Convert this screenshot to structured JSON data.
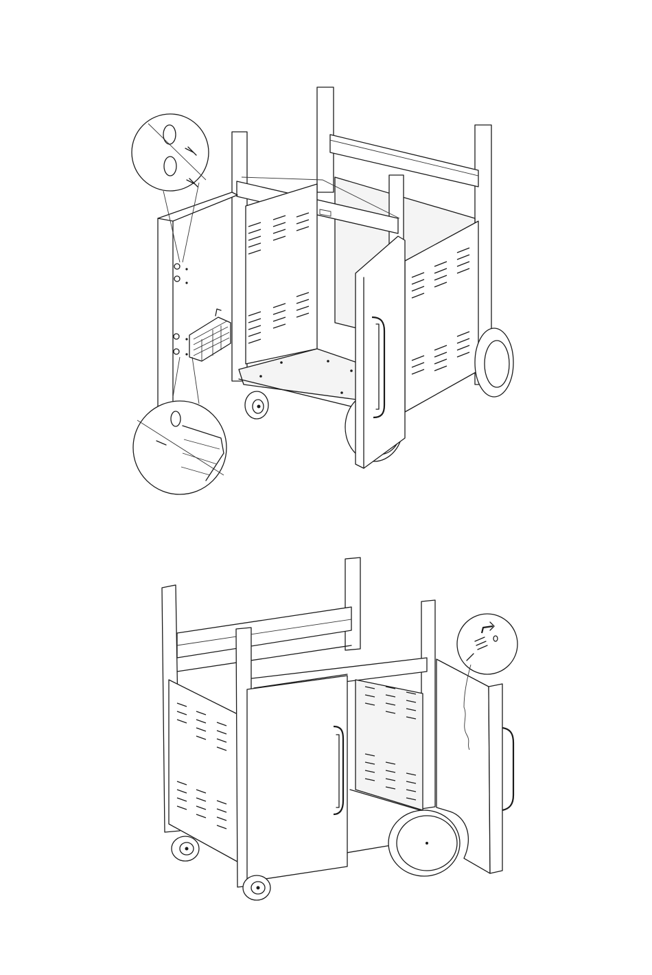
{
  "figure": {
    "steps": [
      {
        "id": "step-a",
        "callouts": [
          "upper-bolt-detail",
          "basket-hook-detail"
        ]
      },
      {
        "id": "step-b",
        "callouts": [
          "door-hinge-screw-detail"
        ]
      }
    ]
  },
  "colors": {
    "line": "#1a1a1a",
    "background": "#ffffff",
    "panel": "#f4f4f4"
  }
}
